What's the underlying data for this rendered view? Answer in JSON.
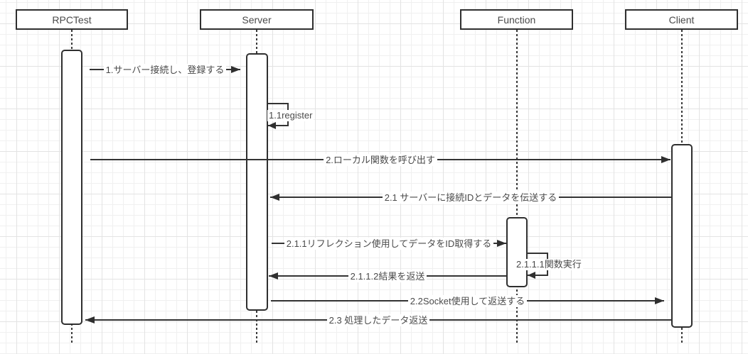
{
  "diagram": {
    "type": "uml-sequence-diagram",
    "colors": {
      "line": "#333333",
      "shape_border": "#2f2f2f",
      "text": "#4a4a4a",
      "shape_fill": "#ffffff",
      "grid_minor": "#f0f0f0",
      "grid_major": "#e3e3e3"
    },
    "participants": [
      {
        "id": "rpctest",
        "label": "RPCTest"
      },
      {
        "id": "server",
        "label": "Server"
      },
      {
        "id": "function",
        "label": "Function"
      },
      {
        "id": "client",
        "label": "Client"
      }
    ],
    "messages": [
      {
        "seq": "1",
        "label": "1.サーバー接続し、登録する",
        "from": "rpctest",
        "to": "server",
        "kind": "call",
        "direction": "right"
      },
      {
        "seq": "1.1",
        "label": "1.1register",
        "from": "server",
        "to": "server",
        "kind": "self",
        "direction": "self"
      },
      {
        "seq": "2",
        "label": "2.ローカル関数を呼び出す",
        "from": "rpctest",
        "to": "client",
        "kind": "call",
        "direction": "right"
      },
      {
        "seq": "2.1",
        "label": "2.1 サーバーに接続IDとデータを伝送する",
        "from": "client",
        "to": "server",
        "kind": "call",
        "direction": "left"
      },
      {
        "seq": "2.1.1",
        "label": "2.1.1リフレクション使用してデータをID取得する",
        "from": "server",
        "to": "function",
        "kind": "call",
        "direction": "right"
      },
      {
        "seq": "2.1.1.1",
        "label": "2.1.1.1関数実行",
        "from": "function",
        "to": "function",
        "kind": "self",
        "direction": "self"
      },
      {
        "seq": "2.1.1.2",
        "label": "2.1.1.2結果を返送",
        "from": "function",
        "to": "server",
        "kind": "return",
        "direction": "left"
      },
      {
        "seq": "2.2",
        "label": "2.2Socket使用して返送する",
        "from": "server",
        "to": "client",
        "kind": "call",
        "direction": "right"
      },
      {
        "seq": "2.3",
        "label": "2.3 処理したデータ返送",
        "from": "client",
        "to": "rpctest",
        "kind": "return",
        "direction": "left"
      }
    ]
  }
}
